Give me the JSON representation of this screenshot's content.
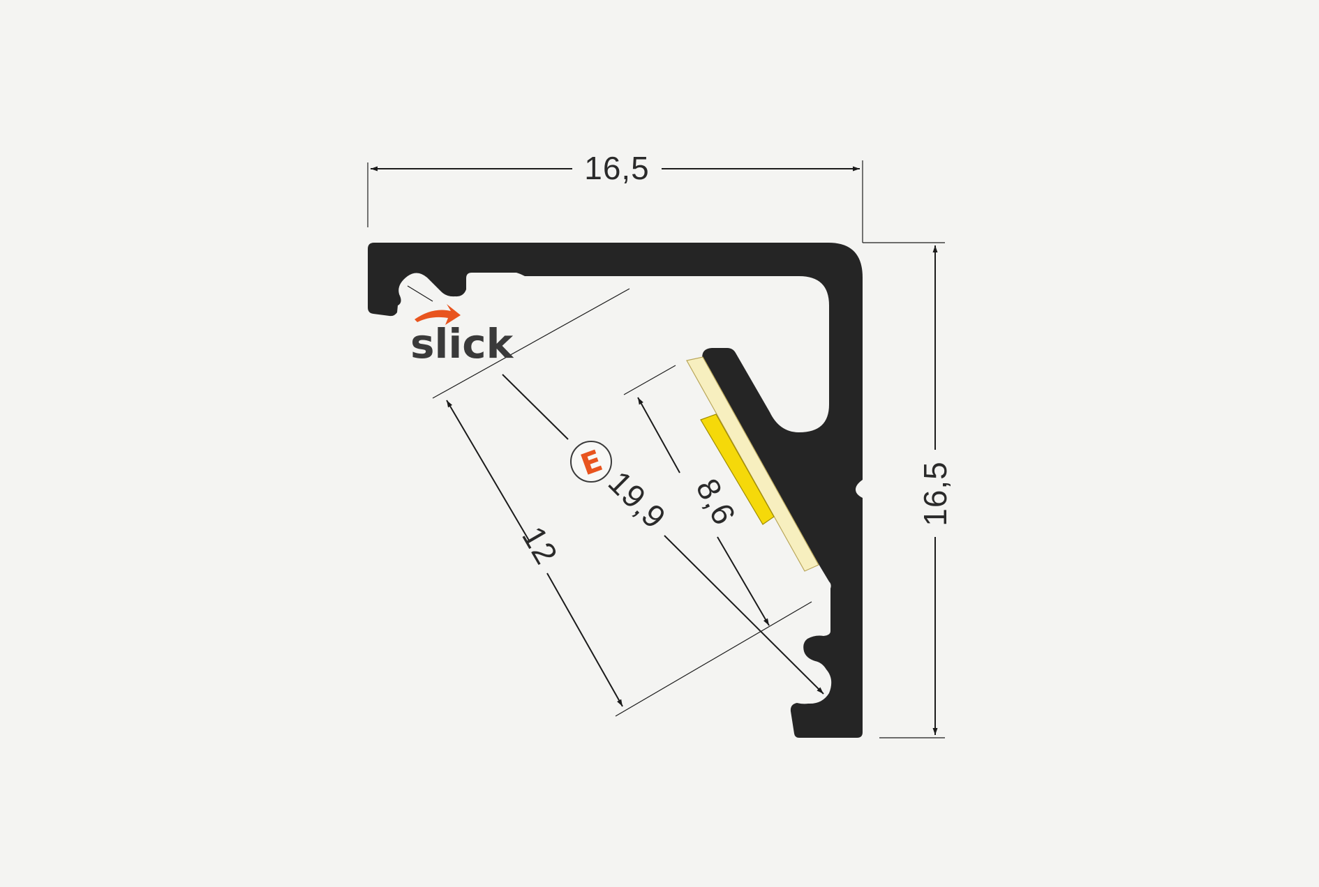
{
  "colors": {
    "background": "#f4f4f2",
    "profile": "#252525",
    "diffuser": "#f7efbf",
    "led": "#f5d90a",
    "dimension": "#1b1b1b",
    "accent": "#e8541e"
  },
  "dimensions": {
    "overall_width": "16,5",
    "overall_height": "16,5",
    "diffuser_width": "12",
    "diagonal": "19,9",
    "led_strip_width": "8,6"
  },
  "brand": {
    "logo_text": "slick",
    "badge_letter": "E"
  }
}
